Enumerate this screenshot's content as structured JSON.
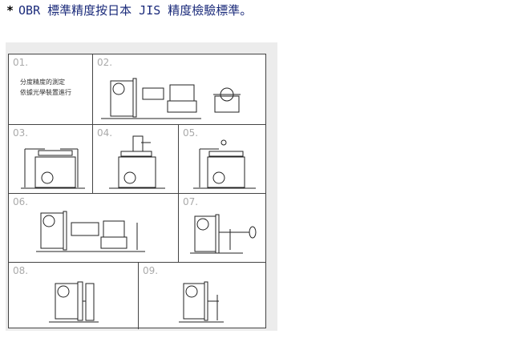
{
  "title": {
    "star": "*",
    "text": "OBR 標準精度按日本 JIS 精度檢驗標準。"
  },
  "cells": [
    {
      "num": "01.",
      "note_lines": [
        "分度精度的測定",
        "依據光學裝置進行"
      ]
    },
    {
      "num": "02."
    },
    {
      "num": "03."
    },
    {
      "num": "04."
    },
    {
      "num": "05."
    },
    {
      "num": "06."
    },
    {
      "num": "07."
    },
    {
      "num": "08."
    },
    {
      "num": "09."
    }
  ]
}
